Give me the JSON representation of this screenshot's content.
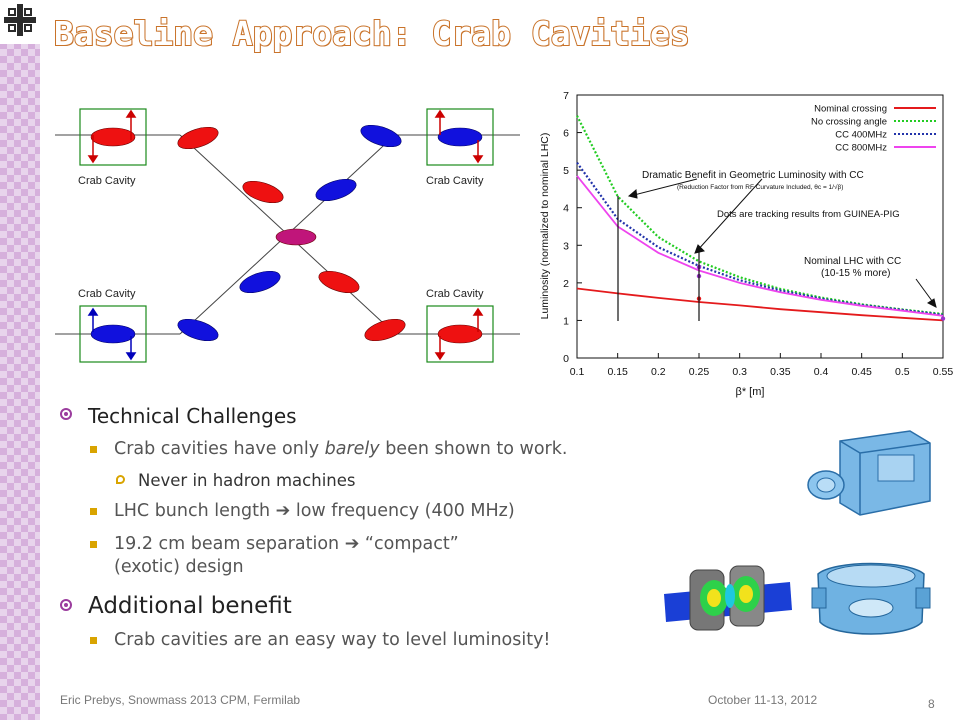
{
  "slide": {
    "title": "Baseline Approach: Crab Cavities",
    "accent_color": "#c9732a",
    "sidebar_color": "#d6b0dc"
  },
  "diagram": {
    "cavity_label": "Crab Cavity"
  },
  "chart_data": {
    "type": "line",
    "title": "",
    "xlabel": "β* [m]",
    "ylabel": "Luminosity   (normalized to nominal LHC)",
    "xlim": [
      0.1,
      0.55
    ],
    "ylim": [
      0,
      7
    ],
    "x_ticks": [
      "0.1",
      "0.15",
      "0.2",
      "0.25",
      "0.3",
      "0.35",
      "0.4",
      "0.45",
      "0.5",
      "0.55"
    ],
    "y_ticks": [
      "0",
      "1",
      "2",
      "3",
      "4",
      "5",
      "6",
      "7"
    ],
    "legend": "top-right",
    "series": [
      {
        "name": "Nominal crossing",
        "color": "#e41a1c",
        "style": "solid",
        "x": [
          0.1,
          0.15,
          0.2,
          0.25,
          0.3,
          0.35,
          0.4,
          0.45,
          0.5,
          0.55
        ],
        "y": [
          1.85,
          1.72,
          1.6,
          1.49,
          1.4,
          1.3,
          1.22,
          1.14,
          1.07,
          1.0
        ]
      },
      {
        "name": "No crossing angle",
        "color": "#22cc22",
        "style": "dotted",
        "x": [
          0.1,
          0.15,
          0.2,
          0.25,
          0.3,
          0.35,
          0.4,
          0.45,
          0.5,
          0.55
        ],
        "y": [
          6.45,
          4.3,
          3.22,
          2.57,
          2.15,
          1.84,
          1.61,
          1.43,
          1.29,
          1.17
        ]
      },
      {
        "name": "CC 400MHz",
        "color": "#2233aa",
        "style": "dotted",
        "x": [
          0.1,
          0.15,
          0.2,
          0.25,
          0.3,
          0.35,
          0.4,
          0.45,
          0.5,
          0.55
        ],
        "y": [
          5.2,
          3.7,
          2.95,
          2.45,
          2.07,
          1.8,
          1.58,
          1.41,
          1.28,
          1.15
        ]
      },
      {
        "name": "CC 800MHz",
        "color": "#ee44ee",
        "style": "solid",
        "x": [
          0.1,
          0.15,
          0.2,
          0.25,
          0.3,
          0.35,
          0.4,
          0.45,
          0.5,
          0.55
        ],
        "y": [
          4.85,
          3.5,
          2.8,
          2.33,
          2.0,
          1.75,
          1.55,
          1.39,
          1.26,
          1.12
        ]
      }
    ],
    "annotations": [
      "Dramatic Benefit in Geometric Luminosity with CC",
      "(Reduction Factor from RF Curvature Included, θc = 1/√β)",
      "Dots are tracking results from GUINEA-PIG",
      "Nominal LHC with CC",
      "(10-15 % more)"
    ]
  },
  "bullets": {
    "technical_challenges": "Technical Challenges",
    "barely_pre": "Crab cavities have only ",
    "barely_em": "barely",
    "barely_post": " been shown to work.",
    "hadron": "Never in hadron machines",
    "bunch_pre": "LHC bunch length ",
    "bunch_post": " low frequency (400 MHz)",
    "separation_pre": "19.2 cm beam separation ",
    "separation_post": " “compact”",
    "separation_line2": "(exotic) design",
    "additional": "Additional benefit",
    "level": "Crab cavities are an easy way to level luminosity!"
  },
  "footer": {
    "author": "Eric Prebys, Snowmass 2013 CPM, Fermilab",
    "date": "October 11-13, 2012",
    "page": "8"
  }
}
